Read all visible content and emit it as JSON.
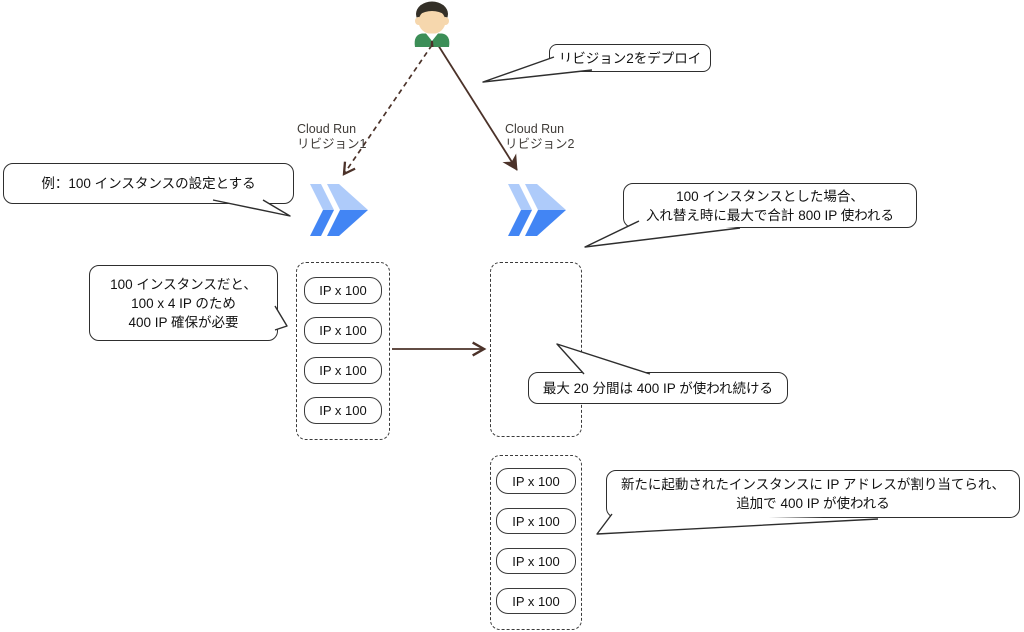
{
  "labels": {
    "revision1": {
      "line1": "Cloud Run",
      "line2": "リビジョン1"
    },
    "revision2": {
      "line1": "Cloud Run",
      "line2": "リビジョン2"
    }
  },
  "callouts": {
    "deploy": {
      "text": "リビジョン2をデプロイ"
    },
    "example": {
      "text": "例：100 インスタンスの設定とする"
    },
    "reserve": {
      "line1": "100 インスタンスだと、",
      "line2": "100 x 4 IP のため",
      "line3": "400 IP 確保が必要"
    },
    "total": {
      "line1": "100 インスタンスとした場合、",
      "line2": "入れ替え時に最大で合計 800 IP 使われる"
    },
    "duration": {
      "text": "最大 20 分間は 400 IP が使われ続ける"
    },
    "additional": {
      "line1": "新たに起動されたインスタンスに IP アドレスが割り当てられ、",
      "line2": "追加で 400 IP が使われる"
    }
  },
  "ip_groups": {
    "revision1": {
      "items": [
        "IP x 100",
        "IP x 100",
        "IP x 100",
        "IP x 100"
      ]
    },
    "revision2": {
      "items": [
        "IP x 100",
        "IP x 100",
        "IP x 100",
        "IP x 100"
      ]
    }
  },
  "icons": {
    "person": "person-icon",
    "cloud_run": "cloud-run-icon"
  },
  "colors": {
    "arrow": "#4b3229",
    "callout_border": "#2e2e2e",
    "dashed_border": "#3b3b3b",
    "cloud_run_light": "#aecbfa",
    "cloud_run_blue": "#4285f4",
    "person_shirt": "#3c8e57",
    "person_skin": "#f6d7ad",
    "person_hair": "#343028"
  }
}
